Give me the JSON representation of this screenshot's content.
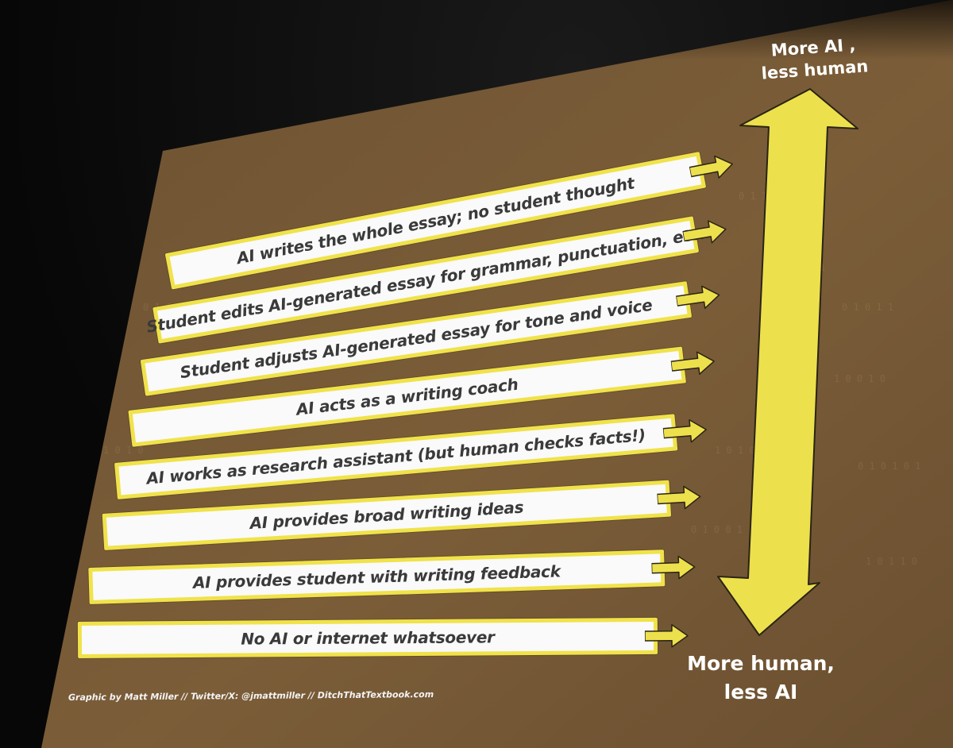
{
  "colors": {
    "screen": "#7a5c36",
    "bar_border": "#f0e24a",
    "bar_fill": "#fafafa",
    "arrow": "#ede04d",
    "text": "#3a3a3a",
    "label_text": "#ffffff"
  },
  "axis": {
    "top_line1": "More AI ,",
    "top_line2": "less human",
    "bottom_line1": "More human,",
    "bottom_line2": "less AI"
  },
  "bars": [
    {
      "label": "AI writes the whole essay; no student thought"
    },
    {
      "label": "Student edits AI-generated essay for grammar, punctuation, etc."
    },
    {
      "label": "Student adjusts AI-generated essay for tone and voice"
    },
    {
      "label": "AI acts as a writing coach"
    },
    {
      "label": "AI works as research assistant (but human checks facts!)"
    },
    {
      "label": "AI provides broad writing ideas"
    },
    {
      "label": "AI provides student with writing feedback"
    },
    {
      "label": "No AI or internet whatsoever"
    }
  ],
  "credit": "Graphic by Matt Miller // Twitter/X: @jmattmiller // DitchThatTextbook.com"
}
